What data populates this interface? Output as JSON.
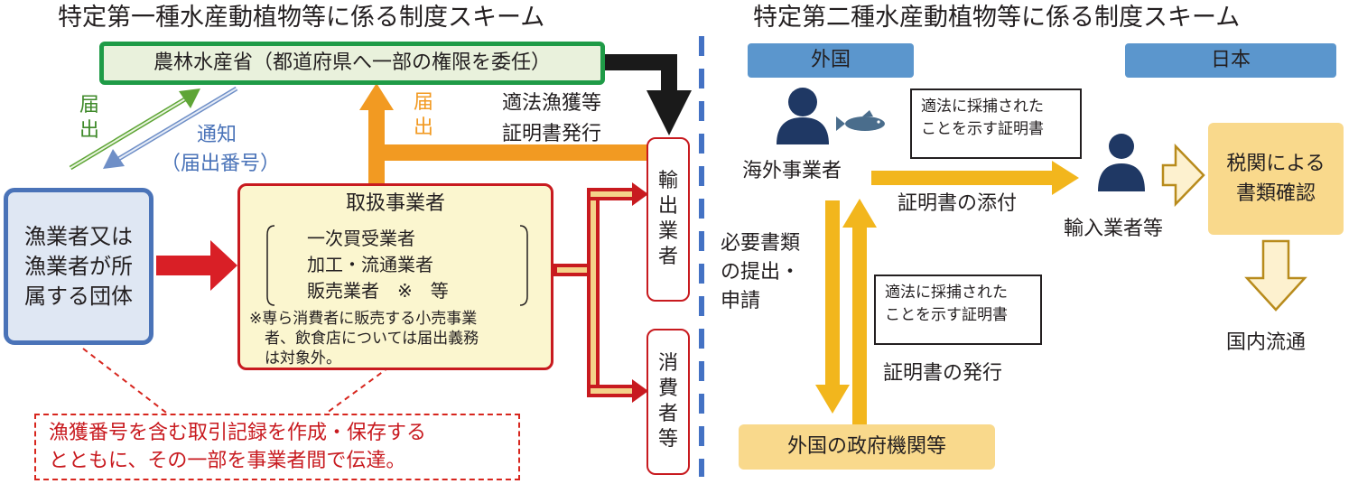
{
  "left": {
    "title": "特定第一種水産動植物等に係る制度スキーム",
    "ministry": "農林水産省（都道府県へ一部の権限を委任）",
    "notify_up": [
      "届",
      "出"
    ],
    "notice_down": "通知",
    "notice_sub": "（届出番号）",
    "fisher": [
      "漁業者又は",
      "漁業者が所",
      "属する団体"
    ],
    "handler_title": "取扱事業者",
    "handler_items": [
      "一次買受業者",
      "加工・流通業者",
      "販売業者　※　等"
    ],
    "handler_note": [
      "※専ら消費者に販売する小売事業",
      "者、飲食店については届出義務",
      "は対象外。"
    ],
    "report_orange": [
      "届",
      "出"
    ],
    "legal_catch": [
      "適法漁獲等",
      "証明書発行"
    ],
    "exporter": [
      "輸",
      "出",
      "業",
      "者"
    ],
    "consumer": [
      "消",
      "費",
      "者",
      "等"
    ],
    "record_note": [
      "漁獲番号を含む取引記録を作成・保存する",
      "とともに、その一部を事業者間で伝達。"
    ]
  },
  "right": {
    "title": "特定第二種水産動植物等に係る制度スキーム",
    "foreign_label": "外国",
    "japan_label": "日本",
    "overseas_operator": "海外事業者",
    "callout_top": [
      "適法に採捕された",
      "ことを示す証明書"
    ],
    "attach": "証明書の添付",
    "importer": "輸入業者等",
    "customs": [
      "税関による",
      "書類確認"
    ],
    "submit": [
      "必要書類",
      "の提出・",
      "申請"
    ],
    "callout_mid": [
      "適法に採捕された",
      "ことを示す証明書"
    ],
    "issue": "証明書の発行",
    "domestic": "国内流通",
    "gov": "外国の政府機関等"
  },
  "colors": {
    "green": "#1f9b47",
    "blue": "#4a73b8",
    "red": "#c81a1f",
    "orange": "#f29a22",
    "yellow": "#f2b61d",
    "navy": "#1f3864",
    "divider": "#4472c4"
  }
}
